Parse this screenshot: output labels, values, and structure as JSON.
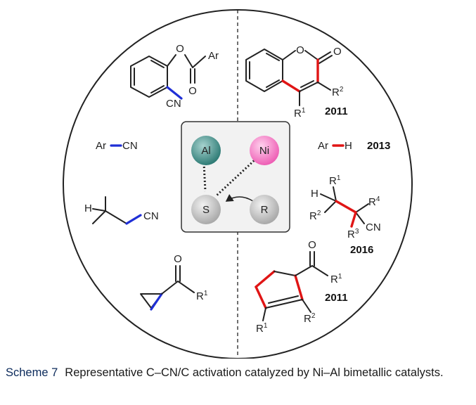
{
  "caption": {
    "label": "Scheme 7",
    "text": "Representative C–CN/C activation catalyzed by Ni–Al bimetallic catalysts."
  },
  "center": {
    "al": "Al",
    "ni": "Ni",
    "s": "S",
    "r": "R"
  },
  "left": {
    "ester_ar": "Ar",
    "ester_cn": "CN",
    "ester_o1": "O",
    "ester_o2": "O",
    "arcn_ar": "Ar",
    "arcn_cn": "CN",
    "alkyl_h": "H",
    "alkyl_cn": "CN",
    "cp_o": "O",
    "cp_r": "R",
    "cp_r_sup": "1"
  },
  "right": {
    "coumarin_o1": "O",
    "coumarin_o2": "O",
    "coumarin_r1": "R",
    "coumarin_r1_sup": "1",
    "coumarin_r2": "R",
    "coumarin_r2_sup": "2",
    "year_a": "2011",
    "arh_ar": "Ar",
    "arh_h": "H",
    "year_b": "2013",
    "alk_h": "H",
    "alk_r1": "R",
    "alk_r1_sup": "1",
    "alk_r2": "R",
    "alk_r2_sup": "2",
    "alk_r3": "R",
    "alk_r3_sup": "3",
    "alk_r4": "R",
    "alk_r4_sup": "4",
    "alk_cn": "CN",
    "year_c": "2016",
    "cyc_o": "O",
    "cyc_r1a": "R",
    "cyc_r1a_sup": "1",
    "cyc_r1b": "R",
    "cyc_r1b_sup": "1",
    "cyc_r2": "R",
    "cyc_r2_sup": "2",
    "year_d": "2011"
  },
  "colors": {
    "al": "#3e8e86",
    "ni": "#f07ac0",
    "grey": "#b9b9b9",
    "blue_bond": "#1f2fd6",
    "red_bond": "#e01515"
  }
}
